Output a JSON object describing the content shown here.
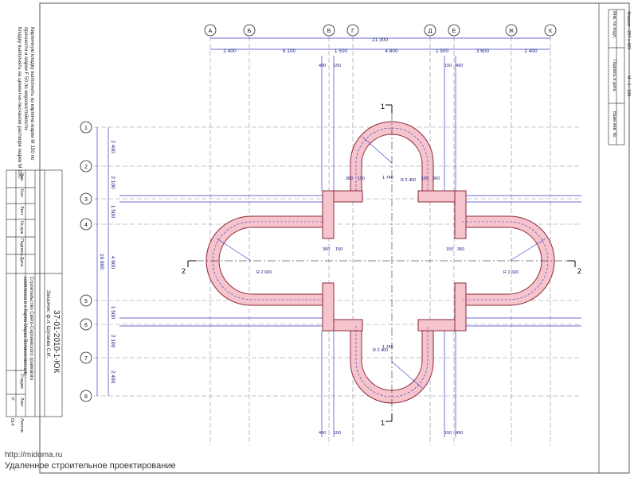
{
  "axes_letters": [
    "А",
    "Б",
    "В",
    "Г",
    "Д",
    "Е",
    "Ж",
    "К"
  ],
  "axes_numbers": [
    "1",
    "2",
    "3",
    "4",
    "5",
    "6",
    "7",
    "8"
  ],
  "dims_top": [
    "2 400",
    "5 100",
    "1 500",
    "4 800",
    "1 500",
    "3 600",
    "2 400"
  ],
  "dim_total_top": "21 300",
  "dims_left": [
    "2 400",
    "2 100",
    "1 500",
    "4 800",
    "1 500",
    "2 100",
    "2 400"
  ],
  "dim_total_left": "16 800",
  "small_dims": {
    "d490": "490",
    "d150": "150",
    "d360": "360",
    "d1740": "1 740",
    "r2400": "R 2 400",
    "r2600": "R 2 600"
  },
  "section_marks": {
    "one": "1",
    "two": "2"
  },
  "notes": [
    "Кирпичную кладку выполнить из кирпича марки М 150 по",
    "прочности и марки F 50 по морозостойкости.",
    "Кладку выполнять на цементно-песчаном растворе марки М 100."
  ],
  "titleblock": {
    "code": "37-01-2010-1-ЮК",
    "customer": "Заказчик: ф.л. Шугаева С.И.",
    "project": "Строительство Свято-Сергиевского храмового",
    "project2": "комплекса в с.Карпа Марка Великоновоселк..",
    "cols": [
      "Изм.",
      "Кол.",
      "Лист",
      "№ док.",
      "Подпись",
      "Дата"
    ],
    "stage_label": "Стадия",
    "sheet_label": "Лист",
    "sheets_label": "Листов",
    "stage": "Р",
    "sheet": "014"
  },
  "stamp": {
    "format": "Формат : 297 х 420",
    "scale": "М - 1 : 100",
    "inv": "Инв. № подл.",
    "sign_date": "Подпись и дата",
    "vzam": "Взам инв. №"
  },
  "footer": {
    "url": "http://midoma.ru",
    "tagline": "Удаленное строительное проектирование"
  }
}
